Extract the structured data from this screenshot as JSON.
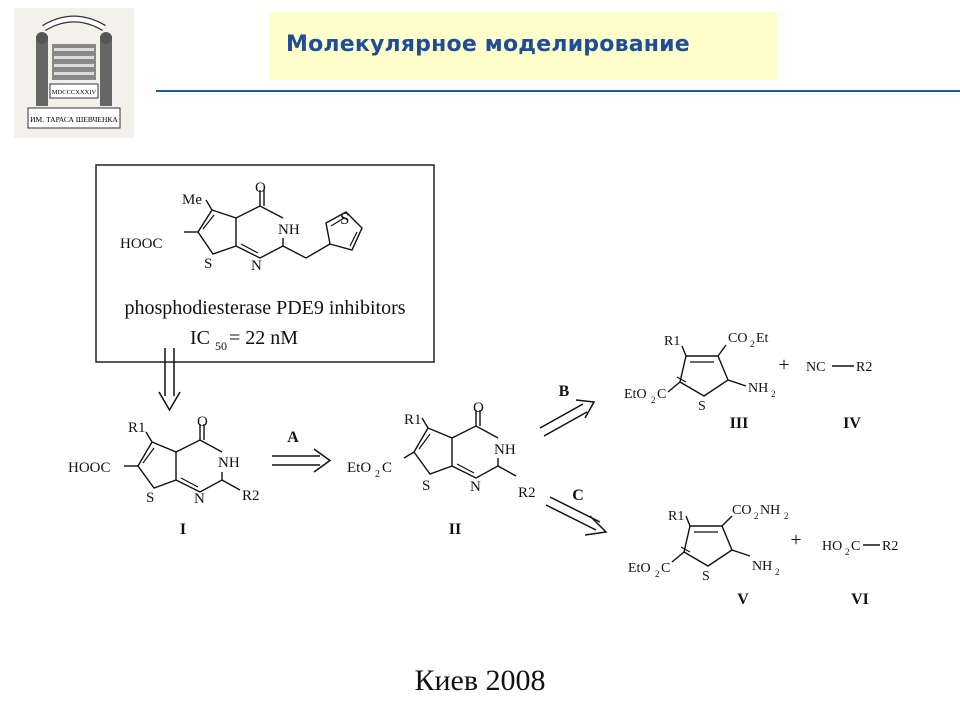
{
  "header": {
    "title": "Молекулярное моделирование",
    "logo": {
      "icon": "university-seal-icon",
      "motto": "ИМ. ТАРАСА ШЕВЧЕНКА",
      "roman": "MDCCCXXXIV"
    }
  },
  "inhibitor_box": {
    "caption": "phosphodiesterase PDE9 inhibitors",
    "ic50_prefix": "IC",
    "ic50_sub": "50",
    "ic50_value": " = 22 nM",
    "labels": {
      "methyl": "Me",
      "oxo": "O",
      "nh": "NH",
      "acid": "HOOC",
      "s_ring": "S",
      "n_ring": "N",
      "s_thiophene": "S"
    }
  },
  "structure_I": {
    "numeral": "I",
    "labels": {
      "r1": "R1",
      "oxo": "O",
      "nh": "NH",
      "acid": "HOOC",
      "s": "S",
      "n": "N",
      "r2": "R2"
    }
  },
  "structure_II": {
    "numeral": "II",
    "labels": {
      "r1": "R1",
      "oxo": "O",
      "nh": "NH",
      "ester_a": "EtO",
      "ester_sub": "2",
      "ester_b": "C",
      "s": "S",
      "n": "N",
      "r2": "R2"
    }
  },
  "arrows": {
    "a": "A",
    "b": "B",
    "c": "C"
  },
  "structure_III": {
    "numeral": "III",
    "labels": {
      "r1": "R1",
      "co2et_a": "CO",
      "co2et_sub": "2",
      "co2et_b": "Et",
      "ester_a": "EtO",
      "ester_sub": "2",
      "ester_b": "C",
      "s": "S",
      "nh2_a": "NH",
      "nh2_sub": "2"
    }
  },
  "structure_IV": {
    "numeral": "IV",
    "labels": {
      "plus": "+",
      "nc": "NC",
      "r2": "R2"
    }
  },
  "structure_V": {
    "numeral": "V",
    "labels": {
      "r1": "R1",
      "conh2_a": "CO",
      "conh2_sub": "2",
      "conh2_b": "NH",
      "conh2_sub2": "2",
      "ester_a": "EtO",
      "ester_sub": "2",
      "ester_b": "C",
      "s": "S",
      "nh2_a": "NH",
      "nh2_sub": "2"
    }
  },
  "structure_VI": {
    "numeral": "VI",
    "labels": {
      "plus": "+",
      "ho2c_a": "HO",
      "ho2c_sub": "2",
      "ho2c_b": "C",
      "r2": "R2"
    }
  },
  "footer": {
    "text": "Киев 2008"
  }
}
